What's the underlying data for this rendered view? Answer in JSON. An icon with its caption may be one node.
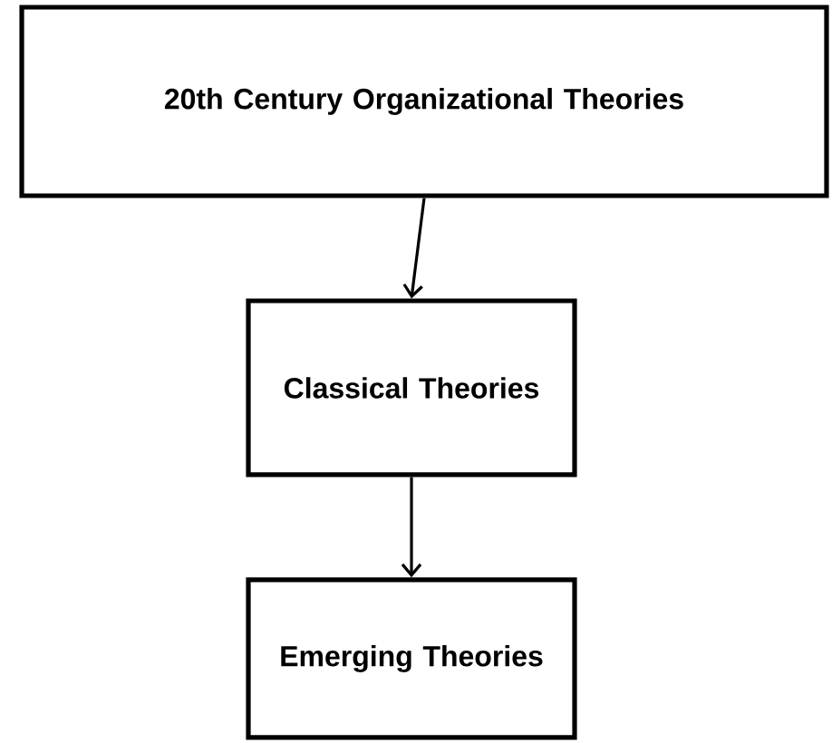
{
  "diagram": {
    "nodes": [
      {
        "text": [
          "20th Century Organizational Theories"
        ]
      },
      {
        "text": [
          "Classical Theories"
        ]
      },
      {
        "text": [
          "Emerging Theories"
        ]
      }
    ],
    "edges": [
      {
        "from": 0,
        "to": 1,
        "arrow": "to"
      },
      {
        "from": 1,
        "to": 2,
        "arrow": "to"
      }
    ]
  }
}
